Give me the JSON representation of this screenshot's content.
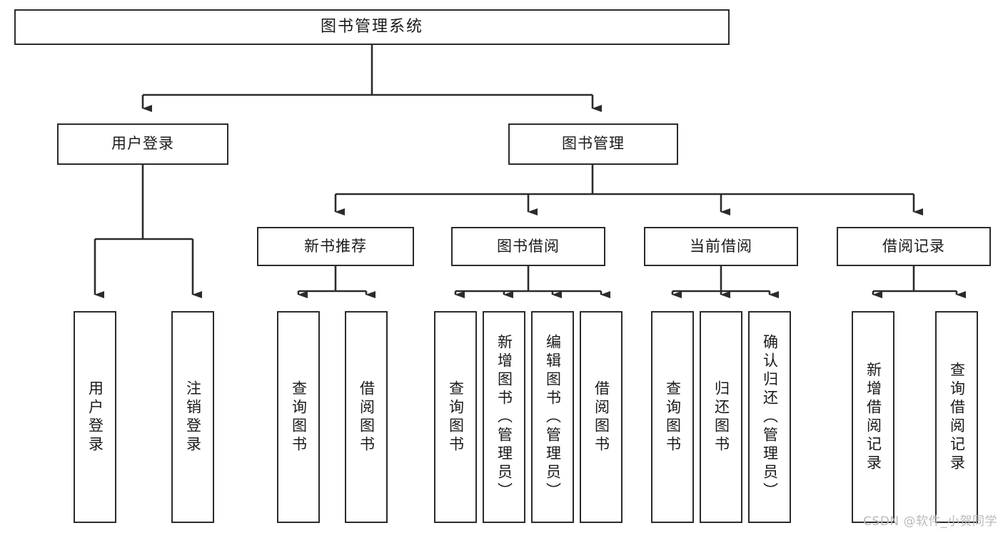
{
  "diagram": {
    "title": "图书管理系统",
    "type": "tree-hierarchy-diagram",
    "levels": {
      "root": {
        "label": "图书管理系统"
      },
      "level2": [
        {
          "label": "用户登录"
        },
        {
          "label": "图书管理"
        }
      ],
      "level3": [
        {
          "label": "新书推荐"
        },
        {
          "label": "图书借阅"
        },
        {
          "label": "当前借阅"
        },
        {
          "label": "借阅记录"
        }
      ],
      "leaves": {
        "user_login": [
          {
            "label": "用户登录"
          },
          {
            "label": "注销登录"
          }
        ],
        "new_book_recommend": [
          {
            "label": "查询图书"
          },
          {
            "label": "借阅图书"
          }
        ],
        "book_borrow": [
          {
            "label": "查询图书"
          },
          {
            "label": "新增图书（管理员）"
          },
          {
            "label": "编辑图书（管理员）"
          },
          {
            "label": "借阅图书"
          }
        ],
        "current_borrow": [
          {
            "label": "查询图书"
          },
          {
            "label": "归还图书"
          },
          {
            "label": "确认归还（管理员）"
          }
        ],
        "borrow_record": [
          {
            "label": "新增借阅记录"
          },
          {
            "label": "查询借阅记录"
          }
        ]
      }
    },
    "colors": {
      "stroke": "#2b2b2b",
      "fill": "#ffffff",
      "text": "#1a1a1a",
      "watermark": "#b9b9b9"
    }
  },
  "watermark": {
    "text": "CSDN @软件_小贺同学"
  }
}
